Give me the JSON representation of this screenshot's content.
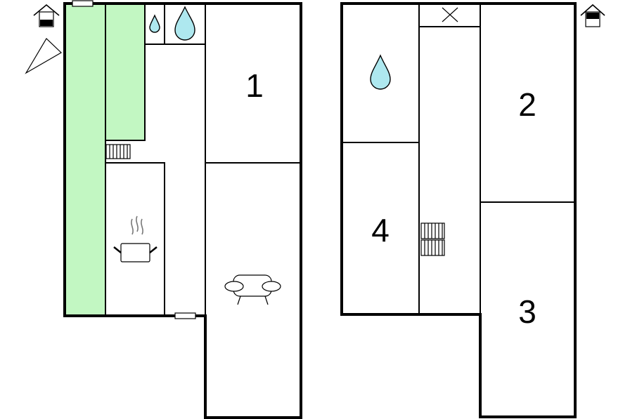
{
  "floorplan": {
    "colors": {
      "wall": "#000000",
      "terrace_fill": "#c2f7c2",
      "water_drop_fill": "#aee8ef",
      "background": "#ffffff"
    },
    "room_labels": {
      "room_1": "1",
      "room_2": "2",
      "room_3": "3",
      "room_4": "4"
    },
    "icons": [
      "house-entrance-icon",
      "compass-north-icon",
      "water-drop-icon",
      "kitchen-pot-icon",
      "sofa-icon",
      "radiator-icon",
      "stairs-icon",
      "window-icon",
      "door-icon",
      "void-cross-icon"
    ]
  }
}
